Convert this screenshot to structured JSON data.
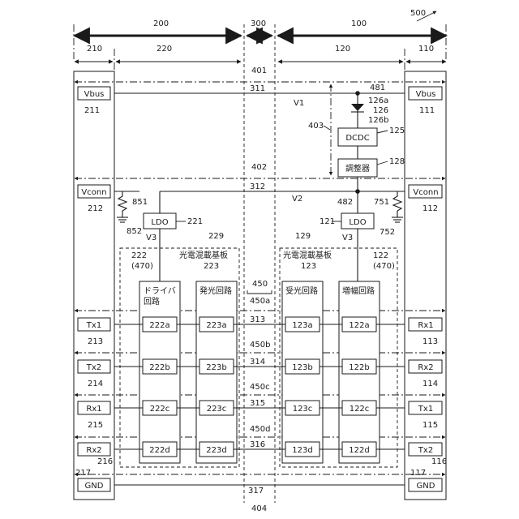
{
  "labels": {
    "ref_500": "500",
    "sec_200": "200",
    "sec_300": "300",
    "sec_100": "100",
    "sec_210": "210",
    "sec_220": "220",
    "sec_120": "120",
    "sec_110": "110",
    "ref_401": "401",
    "ref_402": "402",
    "ref_403": "403",
    "ref_404": "404",
    "ref_311": "311",
    "ref_312": "312",
    "ref_313": "313",
    "ref_314": "314",
    "ref_315": "315",
    "ref_316": "316",
    "ref_317": "317",
    "v1": "V1",
    "v2": "V2",
    "v3_left": "V3",
    "v3_right": "V3",
    "ref_481": "481",
    "ref_482": "482",
    "ref_126a": "126a",
    "ref_126": "126",
    "ref_126b": "126b",
    "dcdc": "DCDC",
    "ref_125": "125",
    "regulator": "調整器",
    "ref_128": "128",
    "ldo_left": "LDO",
    "ref_221": "221",
    "ldo_right": "LDO",
    "ref_121": "121",
    "ref_851": "851",
    "ref_852": "852",
    "ref_751": "751",
    "ref_752": "752",
    "ref_229": "229",
    "ref_129": "129",
    "substrate_left": "光電混載基板",
    "substrate_right": "光電混載基板",
    "ref_222": "222",
    "ref_222_470": "(470)",
    "ref_223": "223",
    "ref_123": "123",
    "ref_122": "122",
    "ref_122_470": "(470)",
    "driver_line1": "ドライバ",
    "driver_line2": "回路",
    "emitter": "発光回路",
    "receiver": "受光回路",
    "amplifier": "増幅回路",
    "ref_450": "450",
    "ref_450a": "450a",
    "ref_450b": "450b",
    "ref_450c": "450c",
    "ref_450d": "450d"
  },
  "left_pins": [
    {
      "name": "Vbus",
      "ref": "211"
    },
    {
      "name": "Vconn",
      "ref": "212"
    },
    {
      "name": "Tx1",
      "ref": "213"
    },
    {
      "name": "Tx2",
      "ref": "214"
    },
    {
      "name": "Rx1",
      "ref": "215"
    },
    {
      "name": "Rx2",
      "ref": "216"
    },
    {
      "name": "GND",
      "ref": "217"
    }
  ],
  "right_pins": [
    {
      "name": "Vbus",
      "ref": "111"
    },
    {
      "name": "Vconn",
      "ref": "112"
    },
    {
      "name": "Rx1",
      "ref": "113"
    },
    {
      "name": "Rx2",
      "ref": "114"
    },
    {
      "name": "Tx1",
      "ref": "115"
    },
    {
      "name": "Tx2",
      "ref": "116"
    },
    {
      "name": "GND",
      "ref": "117"
    }
  ],
  "channels": [
    {
      "driver": "222a",
      "emitter": "223a",
      "receiver": "123a",
      "amp": "122a"
    },
    {
      "driver": "222b",
      "emitter": "223b",
      "receiver": "123b",
      "amp": "122b"
    },
    {
      "driver": "222c",
      "emitter": "223c",
      "receiver": "123c",
      "amp": "122c"
    },
    {
      "driver": "222d",
      "emitter": "223d",
      "receiver": "123d",
      "amp": "122d"
    }
  ]
}
